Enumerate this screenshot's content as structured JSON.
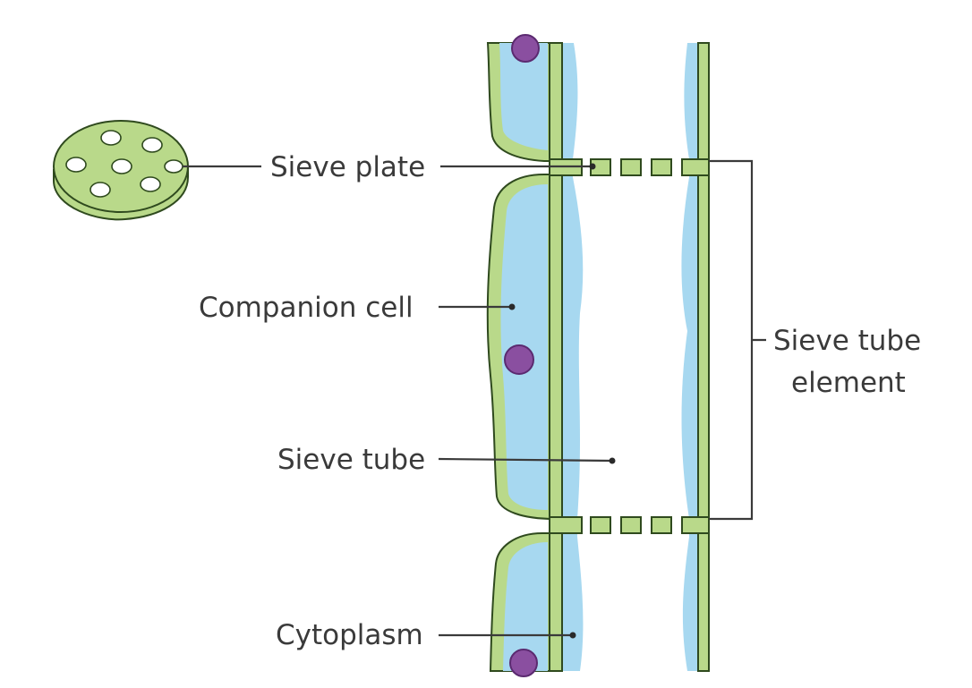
{
  "labels": {
    "sieve_plate": "Sieve plate",
    "companion_cell": "Companion cell",
    "sieve_tube": "Sieve tube",
    "cytoplasm": "Cytoplasm",
    "sieve_tube_element_line1": "Sieve tube",
    "sieve_tube_element_line2": "element"
  },
  "colors": {
    "cell_wall_green": "#b9d98a",
    "wall_outline": "#2f4a1e",
    "cytoplasm_blue": "#a7d8f0",
    "nucleus_purple": "#8a4fa0",
    "label_text": "#3a3a3a"
  }
}
